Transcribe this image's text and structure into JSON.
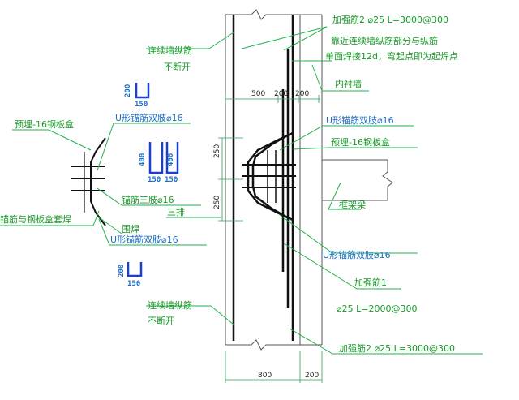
{
  "colors": {
    "leader": "#22b14c",
    "text_green": "#1a9a2a",
    "text_blue": "#1a6fc9",
    "dim_line": "#2aa35a",
    "structure": "#555555",
    "rebar": "#111111",
    "u_bar_blue": "#1a3fd1"
  },
  "labels": {
    "strengthen2_top": "加强筋2 ⌀25 L=3000@300",
    "near_wall_note_1": "靠近连续墙纵筋部分与纵筋",
    "near_wall_note_2": "单面焊接12d，弯起点即为起焊点",
    "continuous_wall_top_1": "连续墙纵筋",
    "continuous_wall_top_2": "不断开",
    "inner_lining_wall": "内衬墙",
    "embedded_box_left": "预埋-16钢板盒",
    "u_anchor_left": "U形锚筋双肢⌀16",
    "u_anchor_right_top": "U形锚筋双肢⌀16",
    "embedded_box_right": "预埋-16钢板盒",
    "anchor_three_leg": "锚筋三肢⌀16",
    "three_rows": "三排",
    "anchor_box_weld": "锚筋与钢板盒套焊",
    "girth_weld": "围焊",
    "u_anchor_left_bottom": "U形锚筋双肢⌀16",
    "frame_beam": "框架梁",
    "u_anchor_right_bottom": "U形锚筋双肢⌀16",
    "strengthen1": "加强筋1",
    "strengthen1_spec": "⌀25 L=2000@300",
    "continuous_wall_bot_1": "连续墙纵筋",
    "continuous_wall_bot_2": "不断开",
    "strengthen2_bottom": "加强筋2 ⌀25 L=3000@300"
  },
  "dimensions": {
    "top_500": "500",
    "top_200a": "200",
    "top_200b": "200",
    "left_250a": "250",
    "left_250b": "250",
    "bottom_800": "800",
    "bottom_200": "200"
  },
  "u_details": {
    "top_200": "200",
    "top_150": "150",
    "mid_400a": "400",
    "mid_400b": "400",
    "mid_150a": "150",
    "mid_150b": "150",
    "bot_200": "200",
    "bot_150": "150"
  }
}
